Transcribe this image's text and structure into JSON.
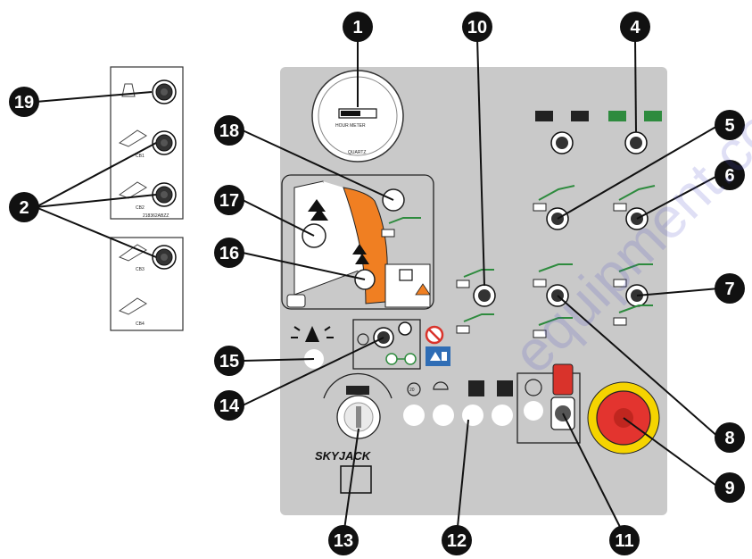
{
  "callouts": [
    {
      "id": "1",
      "label": "1"
    },
    {
      "id": "10",
      "label": "10"
    },
    {
      "id": "4",
      "label": "4"
    },
    {
      "id": "5",
      "label": "5"
    },
    {
      "id": "6",
      "label": "6"
    },
    {
      "id": "7",
      "label": "7"
    },
    {
      "id": "8",
      "label": "8"
    },
    {
      "id": "9",
      "label": "9"
    },
    {
      "id": "11",
      "label": "11"
    },
    {
      "id": "12",
      "label": "12"
    },
    {
      "id": "13",
      "label": "13"
    },
    {
      "id": "14",
      "label": "14"
    },
    {
      "id": "15",
      "label": "15"
    },
    {
      "id": "16",
      "label": "16"
    },
    {
      "id": "17",
      "label": "17"
    },
    {
      "id": "18",
      "label": "18"
    },
    {
      "id": "19",
      "label": "19"
    },
    {
      "id": "2",
      "label": "2"
    }
  ],
  "hour_meter": {
    "label": "HOUR METER",
    "brand": "QUARTZ"
  },
  "breaker_panel_top": {
    "cb1": "CB1",
    "cb2": "CB2",
    "part_number": "218362ABZZ"
  },
  "breaker_panel_bottom": {
    "cb3": "CB3",
    "cb4": "CB4"
  },
  "logo": {
    "text": "SKYJACK"
  },
  "speed_badge": {
    "text": "20"
  },
  "watermark": {
    "text": "equipment.co"
  },
  "colors": {
    "panel": "#c9c9c9",
    "callout": "#111111",
    "orange": "#f07f22",
    "green": "#2e8b3e",
    "estop_red": "#e3342f",
    "estop_yellow": "#f5d400",
    "toggle_red": "#d9332b",
    "blue_badge": "#2f6db5"
  }
}
